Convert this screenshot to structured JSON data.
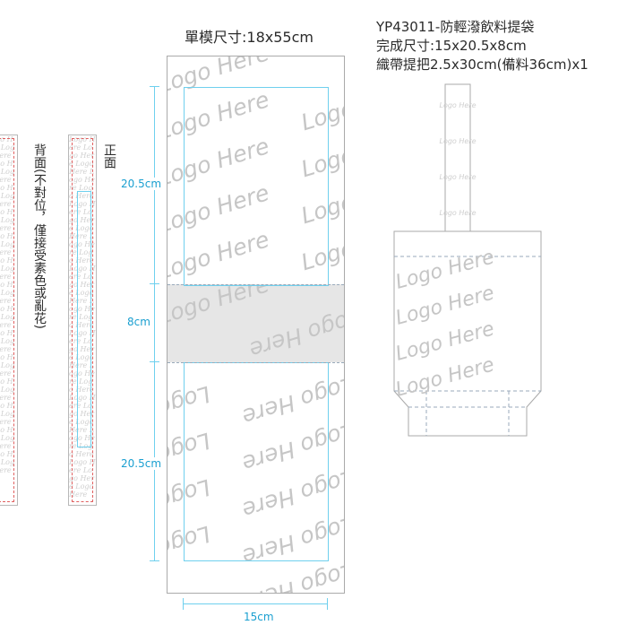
{
  "die_cut": {
    "title": "單模尺寸:18x55cm",
    "pattern_text": "Logo Here",
    "dims": {
      "top_panel": "20.5cm",
      "gusset": "8cm",
      "bottom_panel": "20.5cm",
      "width": "15cm"
    }
  },
  "product": {
    "code_name": "YP43011-防輕潑飲料提袋",
    "finished_size": "完成尺寸:15x20.5x8cm",
    "strap": "織帶提把2.5x30cm(備料36cm)x1"
  },
  "strap_labels": {
    "back": "背面(不對位，僅接受素色或亂花)",
    "front": "正面"
  },
  "strap_pattern": "Logo Here Logo Here Logo Here Logo Here Logo Here Logo Here Logo Here Logo Here Logo Here Logo Here Logo Here Logo Here Logo Here Logo Here Logo Here Logo Here Logo Here Logo Here Logo Here Logo Here Logo Here Logo Here Logo Here Logo Here Logo Here Logo Here Logo Here Logo Here",
  "colors": {
    "dimension": "#1a9fd0",
    "guide": "#6fd0ee",
    "cut_line": "#e06060",
    "outline": "#aaaaaa",
    "watermark": "#c6c6c6"
  }
}
